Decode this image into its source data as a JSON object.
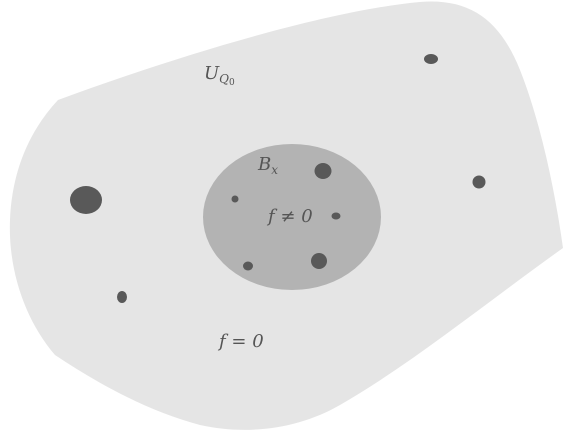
{
  "labels": {
    "region_U": {
      "main": "U",
      "sub": "Q",
      "subsub": "0"
    },
    "ball": {
      "main": "B",
      "sub": "x"
    },
    "f_nonzero": "f ≠ 0",
    "f_zero": "f = 0"
  },
  "colors": {
    "region_fill": "#e5e5e5",
    "ball_fill": "#b3b3b3",
    "spot_fill": "#595959",
    "text": "#555555"
  }
}
